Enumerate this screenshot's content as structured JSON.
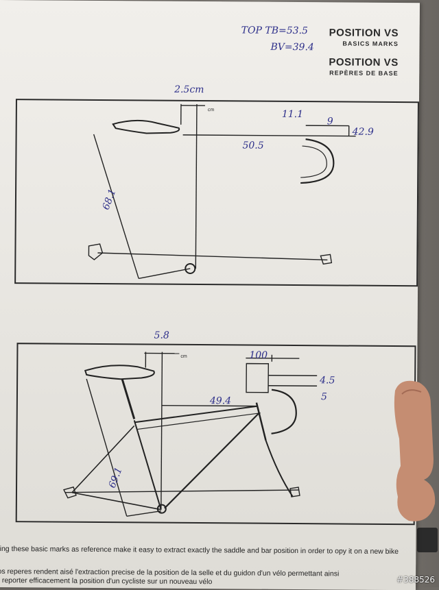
{
  "header": {
    "title_en": "POSITION VS",
    "subtitle_en": "BASICS MARKS",
    "title_fr": "POSITION VS",
    "subtitle_fr": "REPÈRES DE BASE"
  },
  "handwritten_notes": {
    "top_line1": "TOP TB=53.5",
    "top_line2": "BV=39.4"
  },
  "diagram_top": {
    "setback": "2.5cm",
    "unit_cm": "cm",
    "drop_a": "11.1",
    "drop_b": "9",
    "drop_c": "42.9",
    "reach": "50.5",
    "saddle_height": "68.1"
  },
  "diagram_bottom": {
    "setback": "5.8",
    "unit_cm": "cm",
    "stem": "100",
    "drop_a": "4.5",
    "drop_b": "5",
    "reach": "49.4",
    "saddle_height": "69.1"
  },
  "captions": {
    "en": "sing these basic marks as reference make it easy to extract exactly the saddle and bar position  in order to opy it on a new bike",
    "fr1": "ios reperes rendent aisé l'extraction precise de la position de la selle et du guidon d'un vélo permettant ainsi",
    "fr2": "e reporter efficacement la position d'un cycliste sur un nouveau vélo"
  },
  "watermark": "#388526"
}
